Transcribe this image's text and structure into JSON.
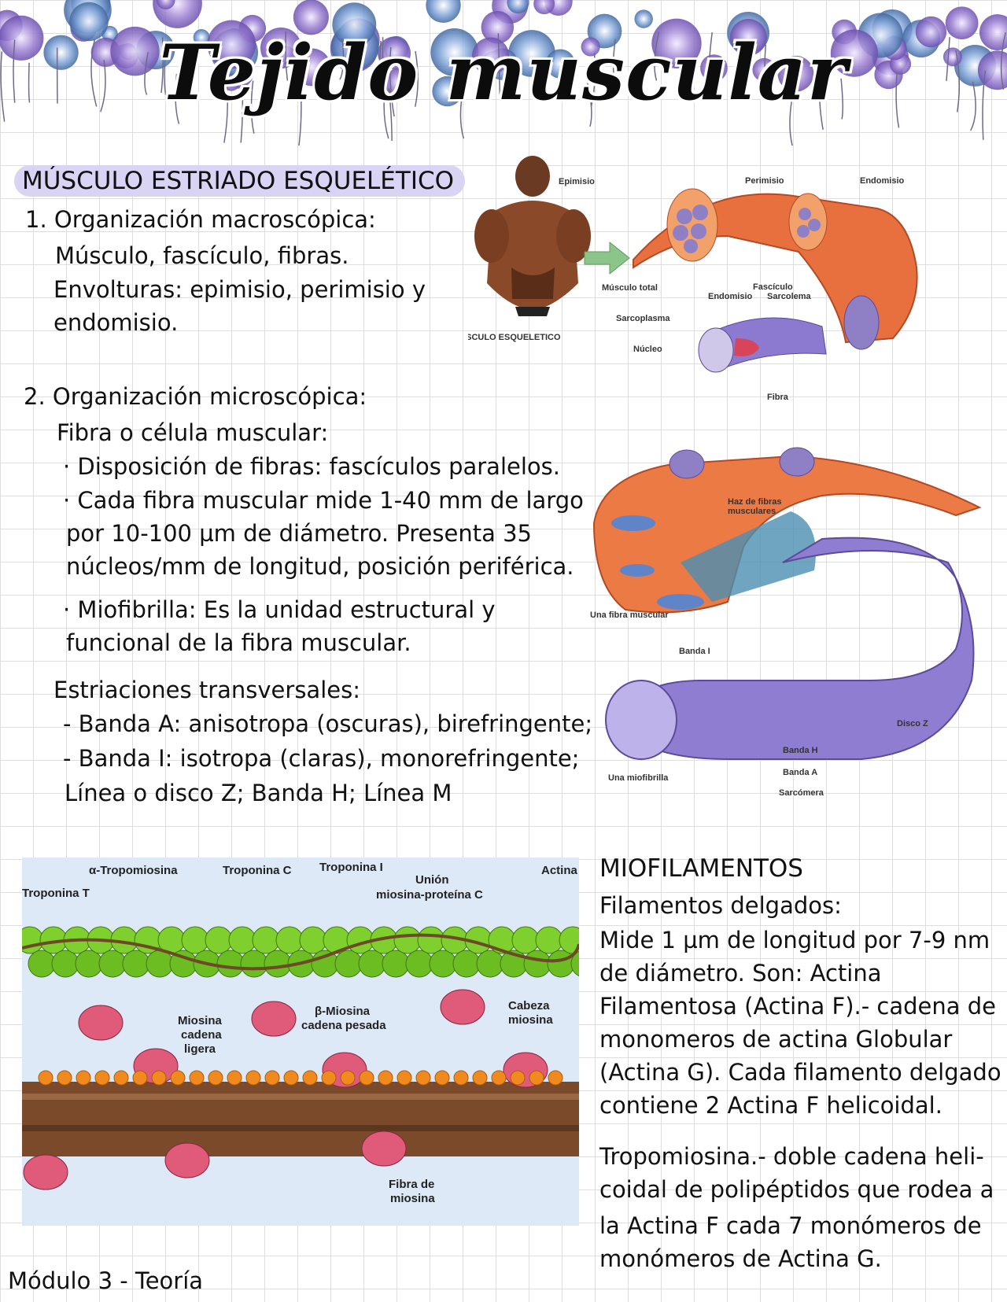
{
  "title": "Tejido muscular",
  "section": "MÚSCULO ESTRIADO ESQUELÉTICO",
  "macro": {
    "heading": "1. Organización macroscópica:",
    "lines": [
      "Músculo, fascículo, fibras.",
      "Envolturas: epimisio, perimisio y",
      "endomisio."
    ]
  },
  "micro": {
    "heading": "2. Organización microscópica:",
    "fibra": "Fibra o célula muscular:",
    "bullets": [
      "· Disposición de fibras: fascículos paralelos.",
      "· Cada fibra muscular mide 1-40 mm de largo",
      "por 10-100 µm de diámetro. Presenta 35",
      "núcleos/mm de longitud, posición periférica.",
      "· Miofibrilla: Es la unidad estructural y",
      "funcional de la fibra muscular."
    ],
    "estriaciones": "Estriaciones transversales:",
    "bands": [
      "- Banda A: anisotropa (oscuras), birefringente;",
      "- Banda I: isotropa (claras), monorefringente;",
      "Línea o disco Z; Banda H; Línea M"
    ]
  },
  "fig1": {
    "muscle_caption": "MUSCULO ESQUELETICO",
    "labels": {
      "epimisio": "Epimisio",
      "perimisio": "Perimisio",
      "endomisio_top": "Endomisio",
      "musculo_total": "Músculo total",
      "fasciculo": "Fascículo",
      "endomisio": "Endomisio",
      "sarcolema": "Sarcolema",
      "sarcoplasma": "Sarcoplasma",
      "nucleo": "Núcleo",
      "fibra": "Fibra"
    }
  },
  "fig2": {
    "labels": {
      "haz": "Haz de fibras",
      "haz2": "musculares",
      "una_fibra": "Una fibra muscular",
      "banda_i": "Banda I",
      "disco_z": "Disco Z",
      "banda_h": "Banda H",
      "banda_a": "Banda A",
      "una_miofibrilla": "Una miofibrilla",
      "sarcomera": "Sarcómera"
    }
  },
  "fig3": {
    "labels": {
      "tropomiosina": "α-Tropomiosina",
      "troponina_c": "Troponina C",
      "troponina_i": "Troponina I",
      "troponina_t": "Troponina T",
      "union": "Unión",
      "union2": "miosina-proteína C",
      "actina": "Actina",
      "miosina_ligera1": "Miosina",
      "miosina_ligera2": "cadena",
      "miosina_ligera3": "ligera",
      "beta_miosina1": "β-Miosina",
      "beta_miosina2": "cadena pesada",
      "cabeza1": "Cabeza",
      "cabeza2": "miosina",
      "fibra1": "Fibra de",
      "fibra2": "miosina"
    }
  },
  "miofilamentos": {
    "heading": "MIOFILAMENTOS",
    "sub": "Filamentos delgados:",
    "p1": [
      "Mide 1 µm de longitud por 7-9 nm",
      "de diámetro. Son: Actina",
      "Filamentosa (Actina F).- cadena de",
      "monomeros de actina Globular",
      "(Actina G). Cada filamento delgado",
      "contiene 2 Actina F helicoidal."
    ],
    "p2": [
      "Tropomiosina.- doble cadena heli-",
      "coidal de polipéptidos que rodea a",
      "la Actina F cada 7 monómeros de",
      "monómeros de Actina G."
    ]
  },
  "footer": "Módulo 3 - Teoría"
}
